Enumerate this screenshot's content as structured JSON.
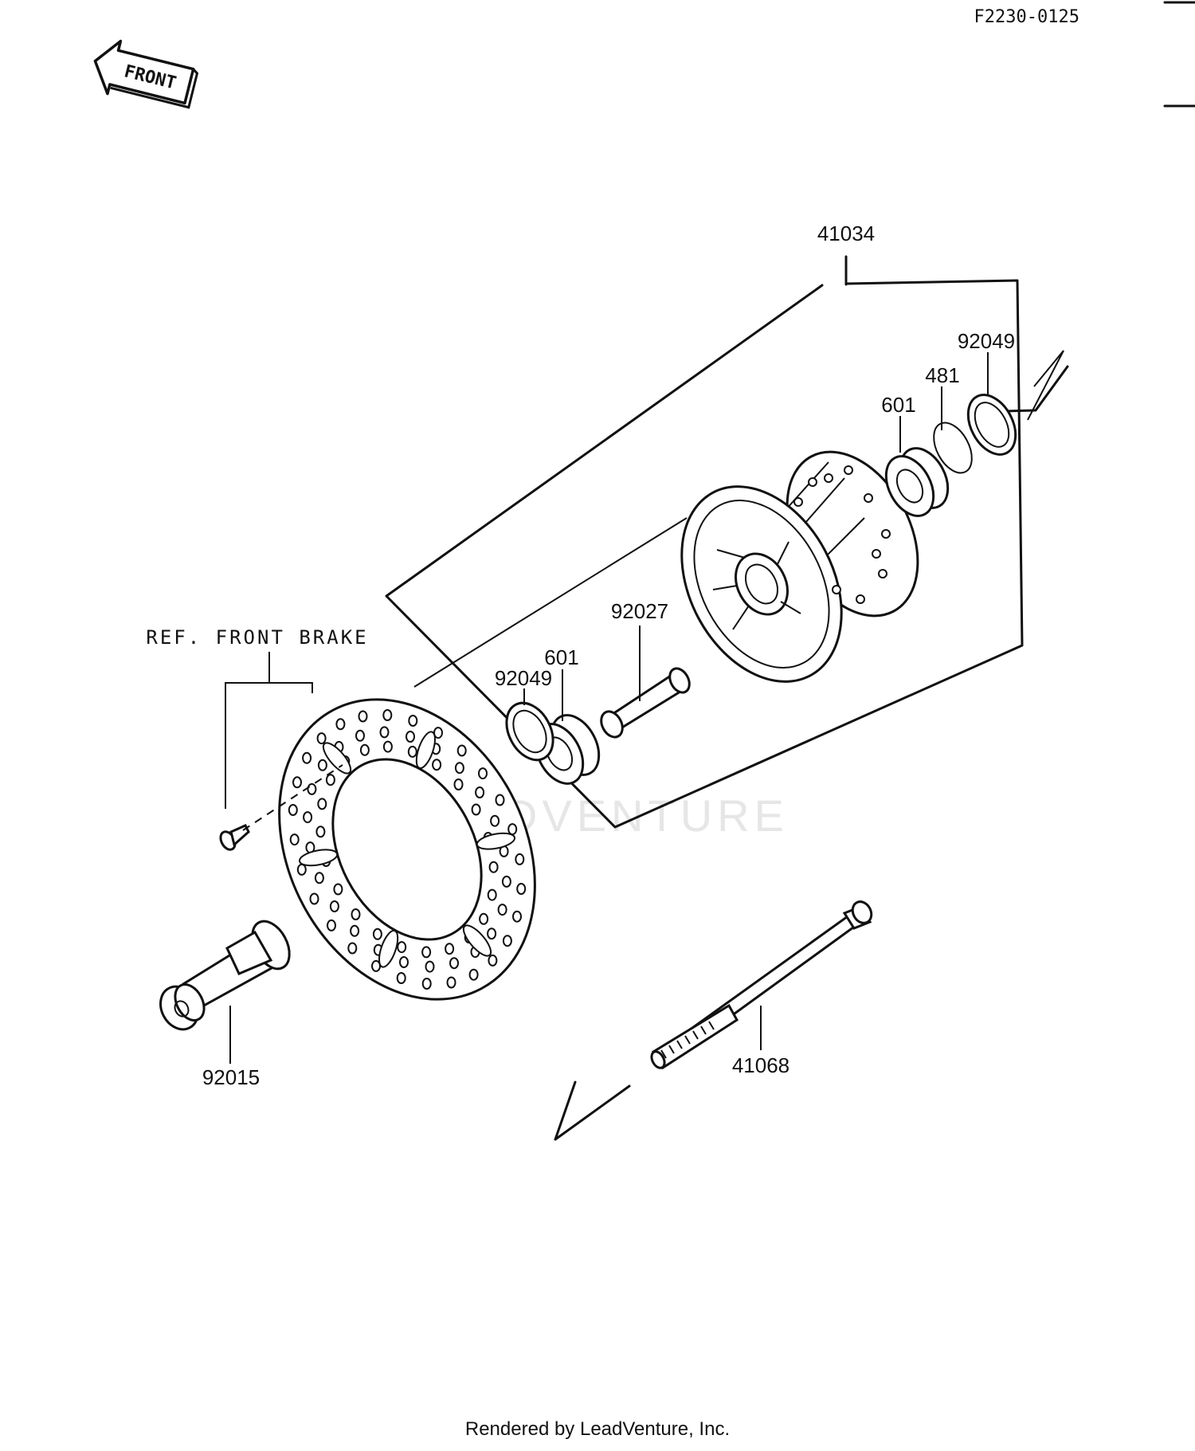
{
  "diagram": {
    "code": "F2230-0125",
    "front_label": "FRONT",
    "ref_label": "REF. FRONT BRAKE",
    "watermark": "LEADVENTURE",
    "footer": "Rendered by LeadVenture, Inc.",
    "parts": {
      "hub_assembly": "41034",
      "seal_right": "92049",
      "circlip": "481",
      "bearing_right": "601",
      "spacer": "92027",
      "bearing_left": "601",
      "seal_left": "92049",
      "collar": "92015",
      "axle": "41068"
    }
  }
}
